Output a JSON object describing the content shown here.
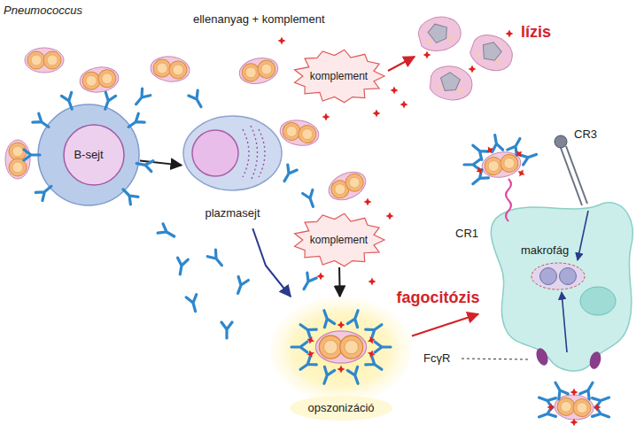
{
  "diagram": {
    "nodes": [
      {
        "text": [
          "B-sejt"
        ]
      },
      {
        "text": [
          "plazmasejt"
        ]
      },
      {
        "text": [
          "komplement"
        ]
      },
      {
        "text": [
          "komplement"
        ]
      },
      {
        "text": [
          "opszonizáció"
        ]
      },
      {
        "text": [
          "makrofág"
        ]
      }
    ],
    "edges": [
      {
        "from": 0,
        "to": 1,
        "arrow": "to"
      },
      {
        "from": 3,
        "to": 4,
        "arrow": "to"
      },
      {
        "from": 1,
        "to": 4,
        "arrow": "to"
      },
      {
        "from": 4,
        "to": 5,
        "arrow": "to",
        "label": "fagocitózis"
      }
    ],
    "labels": [
      "Pneumococcus",
      "ellenanyag + komplement",
      "lízis",
      "CR3",
      "CR1",
      "FcγR"
    ]
  }
}
